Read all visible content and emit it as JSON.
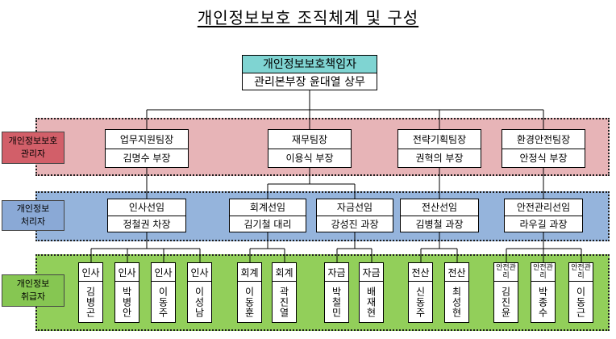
{
  "title": "개인정보보호 조직체계 및 구성",
  "top": {
    "role": "개인정보보호책임자",
    "person": "관리본부장 윤대열 상무"
  },
  "tiers": [
    {
      "label_1": "개인정보보호",
      "label_2": "관리자"
    },
    {
      "label_1": "개인정보",
      "label_2": "처리자"
    },
    {
      "label_1": "개인정보",
      "label_2": "취급자"
    }
  ],
  "managers": [
    {
      "role": "업무지원팀장",
      "person": "김명수 부장"
    },
    {
      "role": "재무팀장",
      "person": "이용식 부장"
    },
    {
      "role": "전략기획팀장",
      "person": "권혁의 부장"
    },
    {
      "role": "환경안전팀장",
      "person": "안정식 부장"
    }
  ],
  "processors": [
    {
      "role": "인사선임",
      "person": "정철권 차장"
    },
    {
      "role": "회계선임",
      "person": "김기철 대리"
    },
    {
      "role": "자금선임",
      "person": "강성진 과장"
    },
    {
      "role": "전산선임",
      "person": "김병철 과장"
    },
    {
      "role": "안전관리선임",
      "person": "라우길 과장"
    }
  ],
  "handlers": [
    {
      "dept": "인사",
      "name": "김병곤"
    },
    {
      "dept": "인사",
      "name": "박병안"
    },
    {
      "dept": "인사",
      "name": "이동주"
    },
    {
      "dept": "인사",
      "name": "이성남"
    },
    {
      "dept": "회계",
      "name": "이동훈"
    },
    {
      "dept": "회계",
      "name": "곽진열"
    },
    {
      "dept": "자금",
      "name": "박철민"
    },
    {
      "dept": "자금",
      "name": "배재현"
    },
    {
      "dept": "전산",
      "name": "신동주"
    },
    {
      "dept": "전산",
      "name": "최성현"
    },
    {
      "dept": "안전관리",
      "name": "김진윤"
    },
    {
      "dept": "안전관리",
      "name": "박종수"
    },
    {
      "dept": "안전관리",
      "name": "이동근"
    }
  ]
}
